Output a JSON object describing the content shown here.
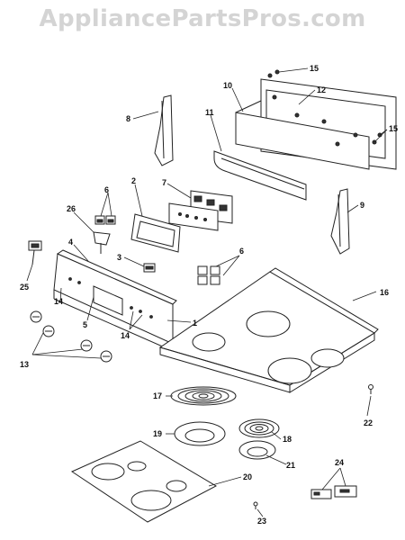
{
  "watermark": "AppliancePartsPros.com",
  "callouts": [
    "1",
    "2",
    "3",
    "4",
    "5",
    "6",
    "7",
    "8",
    "9",
    "10",
    "11",
    "12",
    "13",
    "14",
    "15",
    "16",
    "17",
    "18",
    "19",
    "20",
    "21",
    "22",
    "23",
    "24",
    "25",
    "26"
  ],
  "colors": {
    "line": "#222222",
    "watermark": "#d4d4d4",
    "background": "#ffffff"
  }
}
